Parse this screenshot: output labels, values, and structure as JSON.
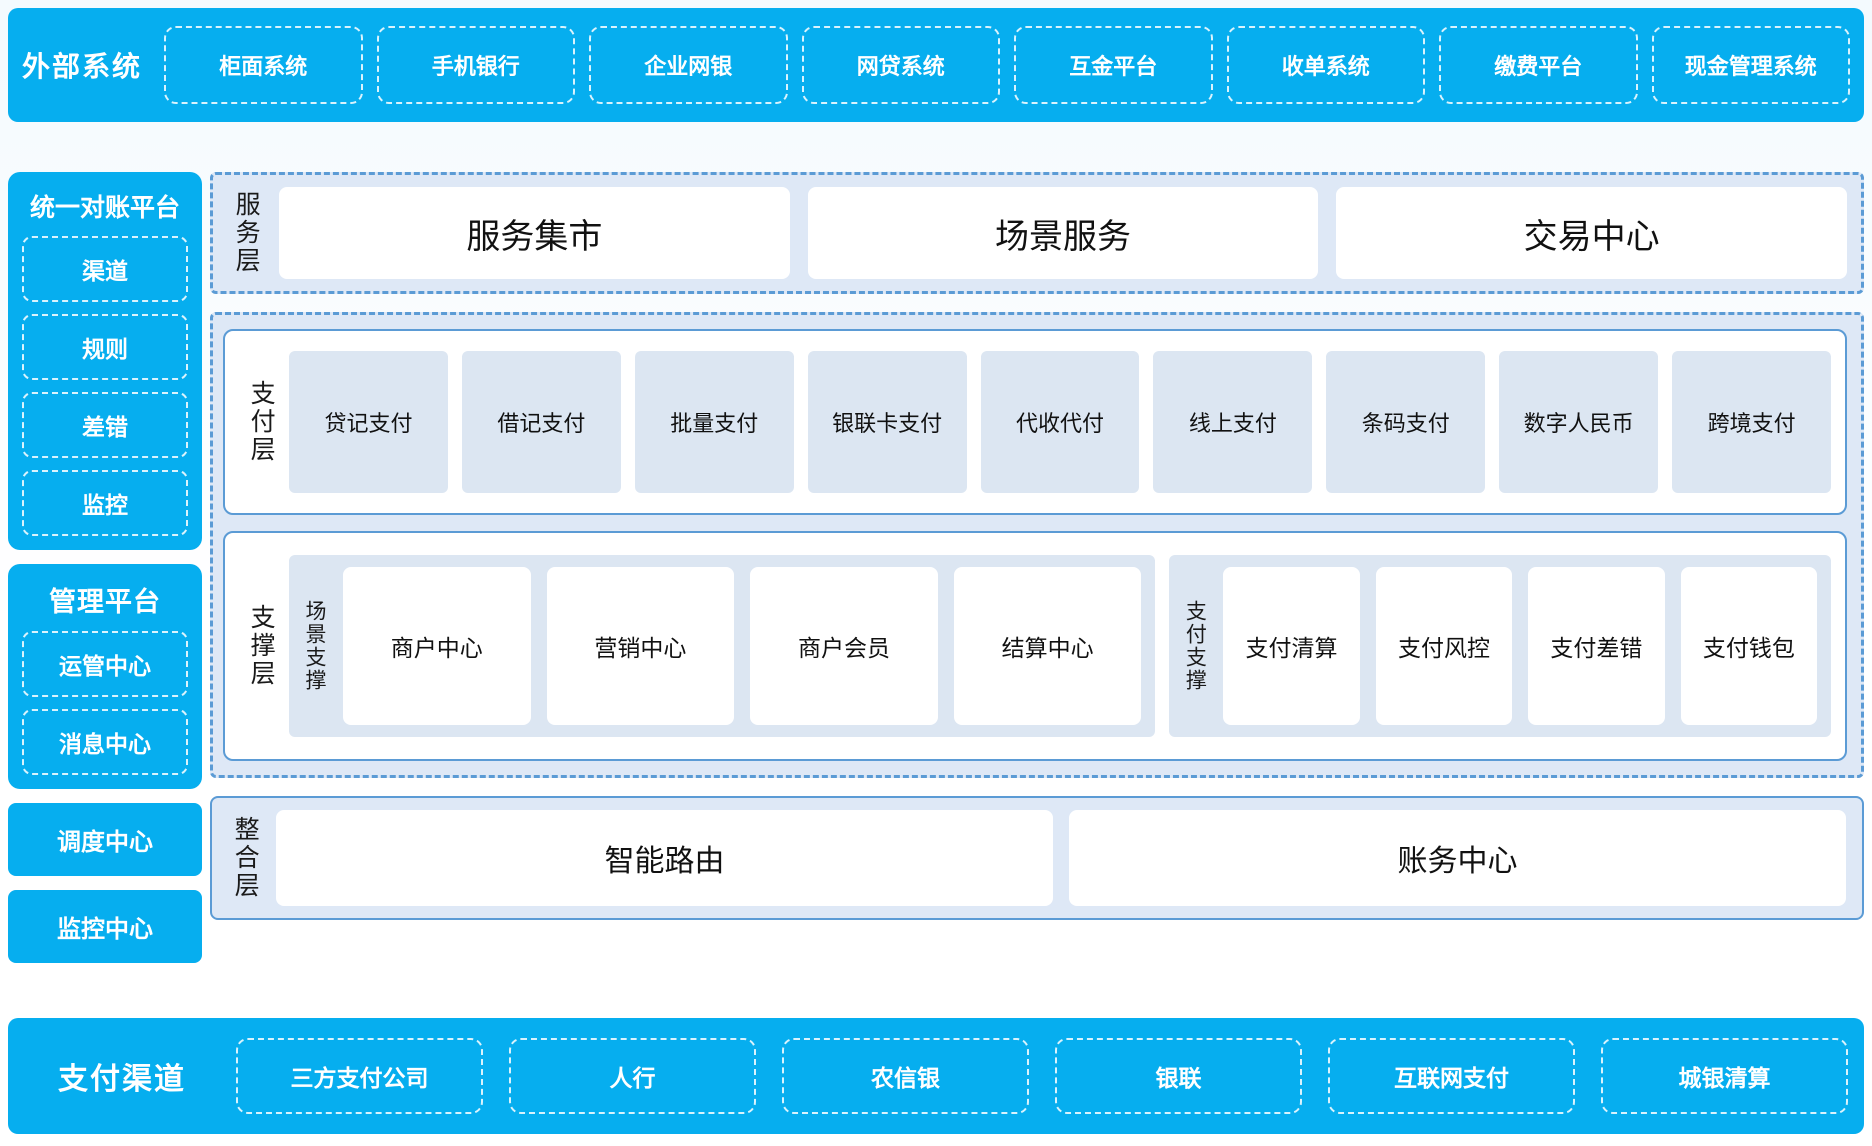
{
  "top_bar": {
    "title": "外部系统",
    "items": [
      "柜面系统",
      "手机银行",
      "企业网银",
      "网贷系统",
      "互金平台",
      "收单系统",
      "缴费平台",
      "现金管理系统"
    ]
  },
  "sidebar": {
    "groups": [
      {
        "title": "统一对账平台",
        "items": [
          "渠道",
          "规则",
          "差错",
          "监控"
        ]
      },
      {
        "title": "管理平台",
        "items": [
          "运管中心",
          "消息中心"
        ]
      }
    ],
    "standalone": [
      "调度中心",
      "监控中心"
    ]
  },
  "service_layer": {
    "label": "服务层",
    "cards": [
      "服务集市",
      "场景服务",
      "交易中心"
    ]
  },
  "payment_layer": {
    "label": "支付层",
    "cards": [
      "贷记支付",
      "借记支付",
      "批量支付",
      "银联卡支付",
      "代收代付",
      "线上支付",
      "条码支付",
      "数字人民币",
      "跨境支付"
    ]
  },
  "support_layer": {
    "label": "支撑层",
    "groups": [
      {
        "label": "场景支撑",
        "cards": [
          "商户中心",
          "营销中心",
          "商户会员",
          "结算中心"
        ]
      },
      {
        "label": "支付支撑",
        "cards": [
          "支付清算",
          "支付风控",
          "支付差错",
          "支付钱包"
        ]
      }
    ]
  },
  "integration_layer": {
    "label": "整合层",
    "cards": [
      "智能路由",
      "账务中心"
    ]
  },
  "bottom_bar": {
    "title": "支付渠道",
    "items": [
      "三方支付公司",
      "人行",
      "农信银",
      "银联",
      "互联网支付",
      "城银清算"
    ]
  },
  "colors": {
    "cyan": "#06aeef",
    "dashed_border": "#5b9bd5",
    "layer_fill": "#dee8f6",
    "card_fill": "#dce6f2",
    "white": "#ffffff"
  }
}
